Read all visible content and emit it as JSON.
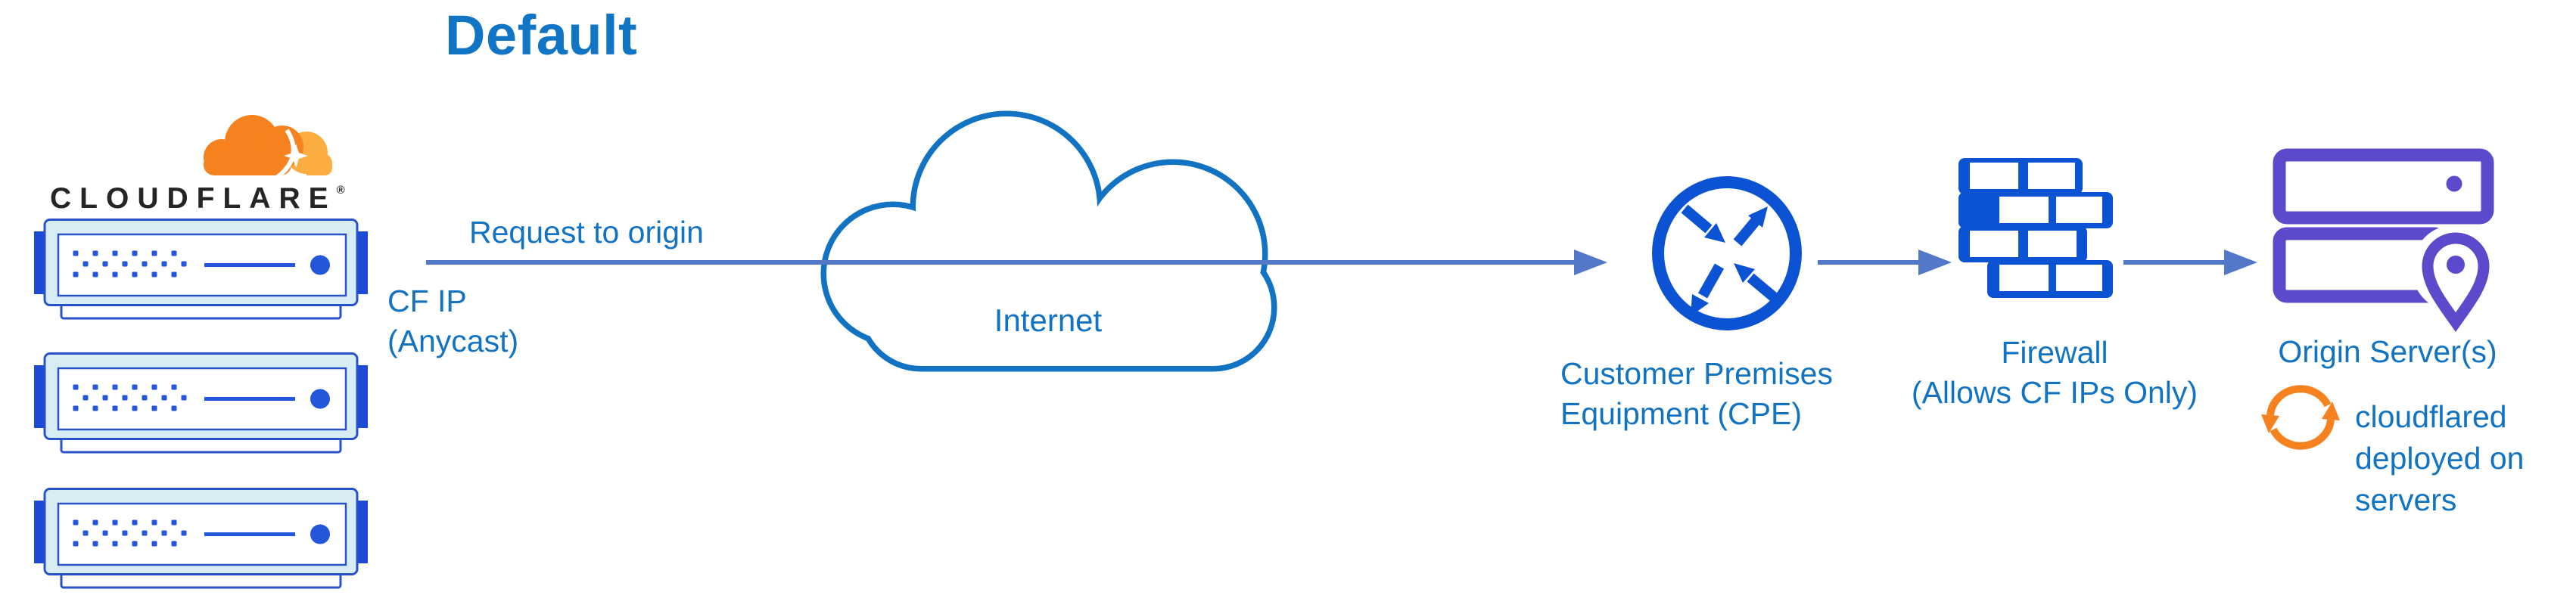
{
  "title": "Default",
  "brand": {
    "wordmark": "CLOUDFLARE",
    "registered_mark": "®"
  },
  "flow": {
    "request_label": "Request to origin",
    "cf_ip": {
      "line1": "CF IP",
      "line2": "(Anycast)"
    },
    "internet_label": "Internet",
    "cpe": {
      "line1": "Customer Premises",
      "line2": "Equipment (CPE)"
    },
    "firewall": {
      "line1": "Firewall",
      "line2": "(Allows CF IPs Only)"
    },
    "origin": {
      "label": "Origin Server(s)"
    },
    "cloudflared": {
      "line1": "cloudflared",
      "line2": "deployed on",
      "line3": "servers"
    }
  },
  "icons": {
    "cloudflare_logo": "orange-cloudflare-cloud-logo",
    "edge_server_stack": "three-stacked-edge-servers",
    "internet_cloud": "internet-cloud-outline",
    "cpe_router": "circled-crossing-arrows-router",
    "firewall": "brick-wall",
    "origin_servers": "stacked-servers-with-location-pin",
    "cloudflared_sync": "orange-circular-sync-arrows"
  },
  "colors": {
    "title_text": "#1274C5",
    "label_text": "#1273C3",
    "diagram_blue": "#0C53D3",
    "arrow": "#5478C8",
    "cloud_outline": "#1173C1",
    "server_border": "#2A52C8",
    "server_fill": "#D8ECF3",
    "server_tab": "#1C4AD6",
    "server_detail": "#2456DB",
    "origin_purple": "#5B4BCC",
    "cloudflare_orange": "#F6821F",
    "cloudflare_orange_light": "#FBAD41",
    "wordmark_black": "#252525",
    "background": "#FFFFFF"
  }
}
